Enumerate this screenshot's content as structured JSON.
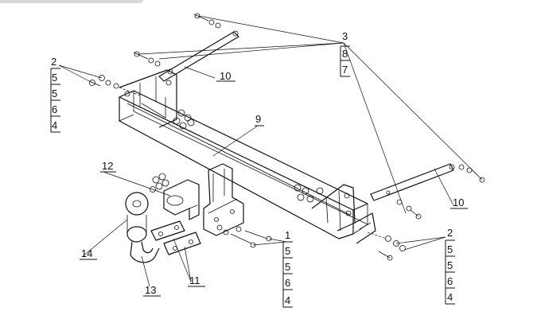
{
  "callouts": [
    {
      "id": "c-tl-2",
      "text": "2"
    },
    {
      "id": "c-tl-5a",
      "text": "5"
    },
    {
      "id": "c-tl-5b",
      "text": "5"
    },
    {
      "id": "c-tl-6",
      "text": "6"
    },
    {
      "id": "c-tl-4",
      "text": "4"
    },
    {
      "id": "c-3",
      "text": "3"
    },
    {
      "id": "c-8",
      "text": "8"
    },
    {
      "id": "c-7",
      "text": "7"
    },
    {
      "id": "c-10a",
      "text": "10"
    },
    {
      "id": "c-9",
      "text": "9"
    },
    {
      "id": "c-12",
      "text": "12"
    },
    {
      "id": "c-10b",
      "text": "10"
    },
    {
      "id": "c-br-2",
      "text": "2"
    },
    {
      "id": "c-br-5a",
      "text": "5"
    },
    {
      "id": "c-br-5b",
      "text": "5"
    },
    {
      "id": "c-br-6",
      "text": "6"
    },
    {
      "id": "c-br-4",
      "text": "4"
    },
    {
      "id": "c-1",
      "text": "1"
    },
    {
      "id": "c-1-5a",
      "text": "5"
    },
    {
      "id": "c-1-5b",
      "text": "5"
    },
    {
      "id": "c-1-6",
      "text": "6"
    },
    {
      "id": "c-1-4",
      "text": "4"
    },
    {
      "id": "c-14",
      "text": "14"
    },
    {
      "id": "c-13",
      "text": "13"
    },
    {
      "id": "c-11",
      "text": "11"
    }
  ]
}
